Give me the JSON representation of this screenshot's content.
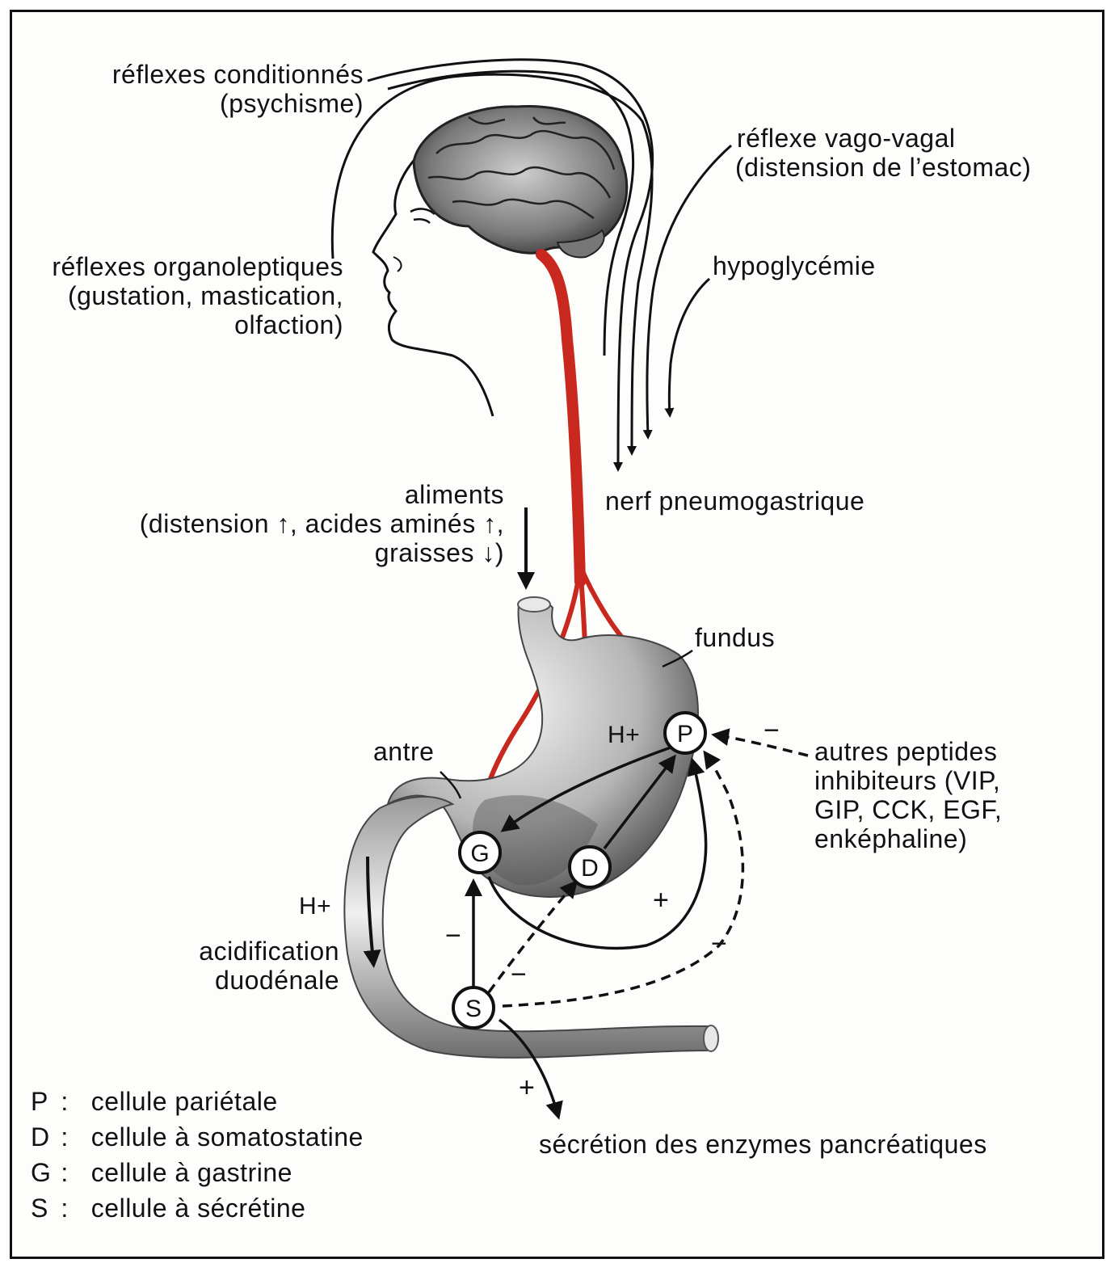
{
  "labels": {
    "reflexes_conditionnes": [
      "réflexes conditionnés",
      "(psychisme)"
    ],
    "reflexe_vago_vagal": [
      "réflexe vago-vagal",
      "(distension de l’estomac)"
    ],
    "reflexes_organoleptiques": [
      "réflexes organoleptiques",
      "(gustation, mastication,",
      "olfaction)"
    ],
    "hypoglycemie": "hypoglycémie",
    "aliments": [
      "aliments",
      "(distension ↑, acides aminés ↑,",
      "graisses ↓)"
    ],
    "nerf_pneumogastrique": "nerf pneumogastrique",
    "fundus": "fundus",
    "antre": "antre",
    "h_plus_stomach": "H+",
    "h_plus_duodenum": "H+",
    "acidification": [
      "acidification",
      "duodénale"
    ],
    "autres_peptides": [
      "autres peptides",
      "inhibiteurs (VIP,",
      "GIP, CCK, EGF,",
      "enképhaline)"
    ],
    "secretion": "sécrétion des enzymes pancréatiques"
  },
  "cells": {
    "P": "P",
    "G": "G",
    "D": "D",
    "S": "S"
  },
  "signs": {
    "minus_peptides": "−",
    "plus_G_P": "+",
    "minus_S_G": "−",
    "minus_S_D": "−",
    "minus_S_P": "−",
    "plus_S_secretion": "+"
  },
  "legend": [
    {
      "key": "P",
      "sep": ":",
      "text": "cellule pariétale"
    },
    {
      "key": "D",
      "sep": ":",
      "text": "cellule à somatostatine"
    },
    {
      "key": "G",
      "sep": ":",
      "text": "cellule à gastrine"
    },
    {
      "key": "S",
      "sep": ":",
      "text": "cellule à sécrétine"
    }
  ],
  "colors": {
    "nerve": "#c8281e",
    "ink": "#111111",
    "background": "#fdfdfb"
  }
}
